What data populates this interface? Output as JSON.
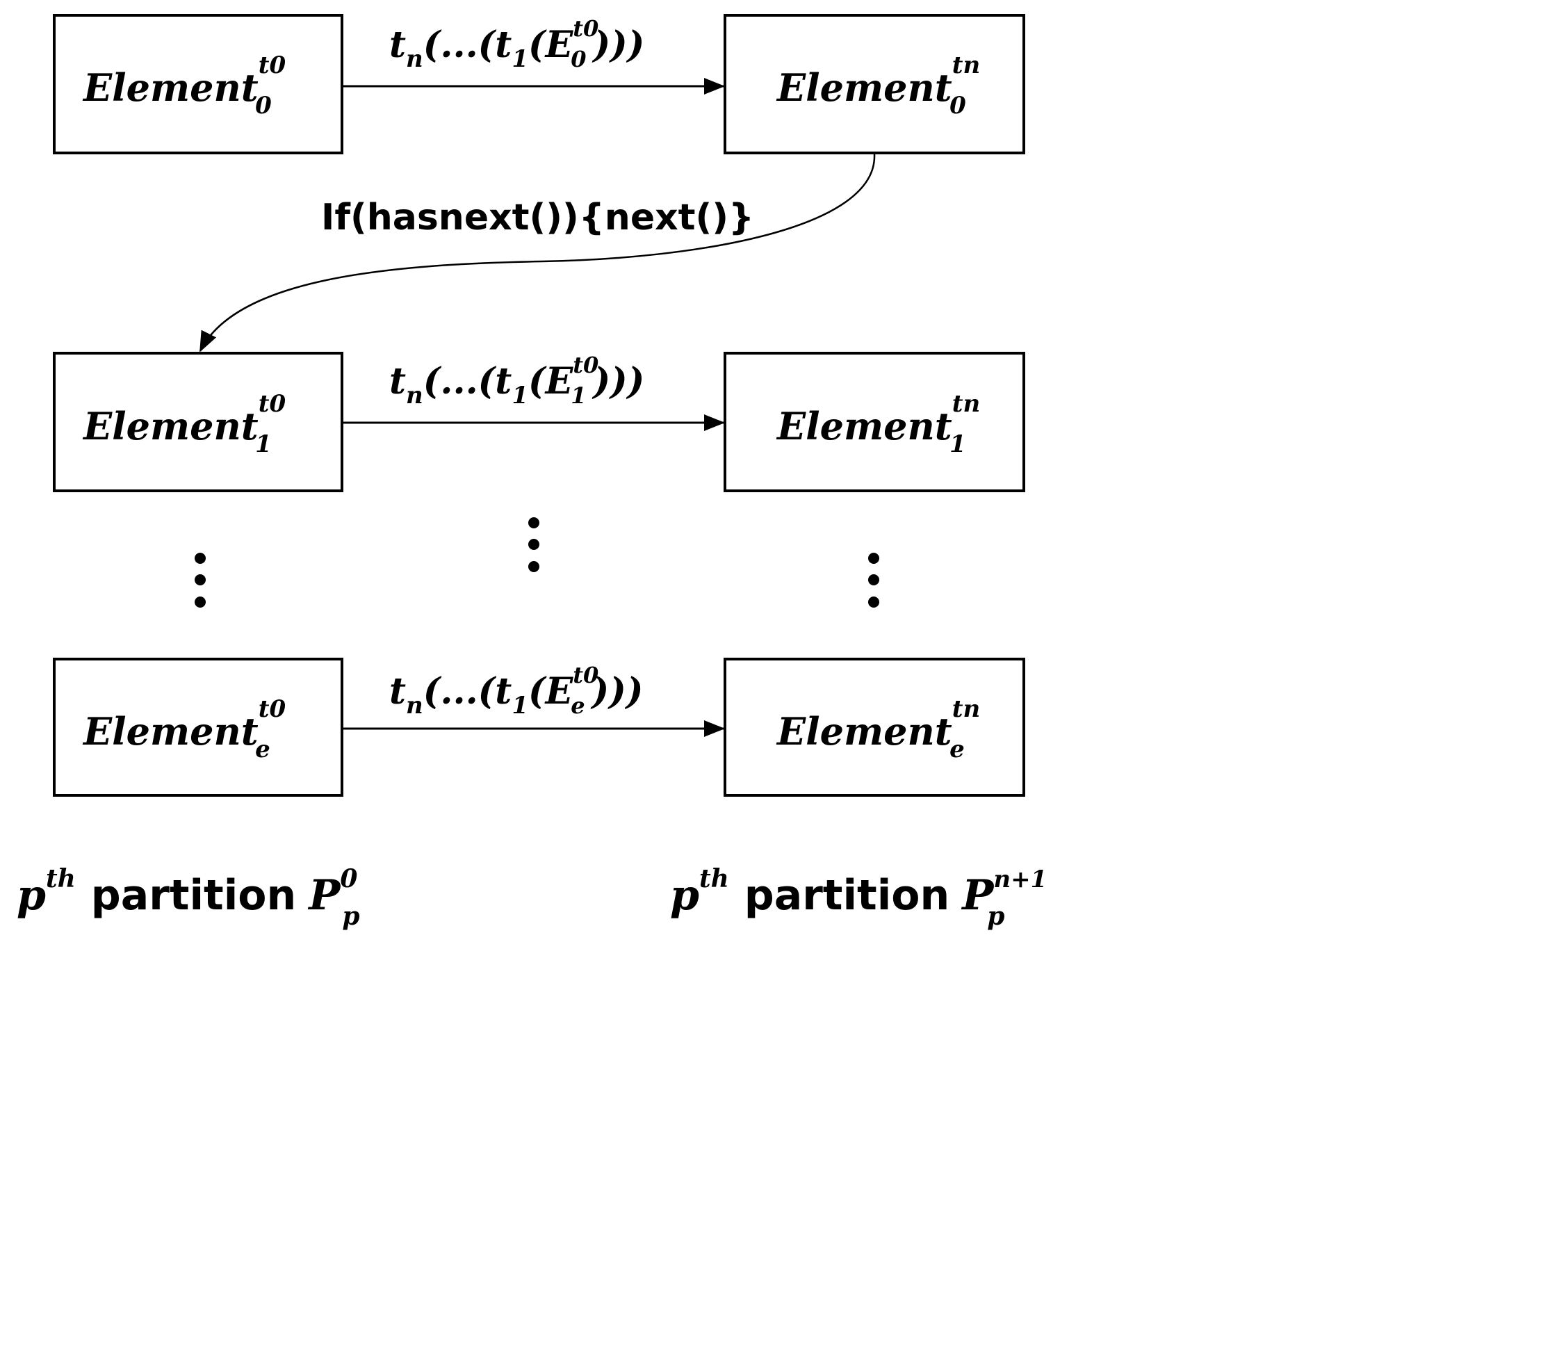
{
  "diagram": {
    "left_boxes": [
      {
        "base": "Element",
        "sup": "t0",
        "sub": "0"
      },
      {
        "base": "Element",
        "sup": "t0",
        "sub": "1"
      },
      {
        "base": "Element",
        "sup": "t0",
        "sub": "e"
      }
    ],
    "right_boxes": [
      {
        "base": "Element",
        "sup": "tn",
        "sub": "0"
      },
      {
        "base": "Element",
        "sup": "tn",
        "sub": "1"
      },
      {
        "base": "Element",
        "sup": "tn",
        "sub": "e"
      }
    ],
    "transforms": [
      {
        "t_outer": "t",
        "t_outer_sub": "n",
        "mid": "(...(",
        "t_inner": "t",
        "t_inner_sub": "1",
        "paren": "(",
        "e_base": "E",
        "e_sub": "0",
        "e_sup": "t0",
        "close": ")))"
      },
      {
        "t_outer": "t",
        "t_outer_sub": "n",
        "mid": "(...(",
        "t_inner": "t",
        "t_inner_sub": "1",
        "paren": "(",
        "e_base": "E",
        "e_sub": "1",
        "e_sup": "t0",
        "close": ")))"
      },
      {
        "t_outer": "t",
        "t_outer_sub": "n",
        "mid": "(...(",
        "t_inner": "t",
        "t_inner_sub": "1",
        "paren": "(",
        "e_base": "E",
        "e_sub": "e",
        "e_sup": "t0",
        "close": ")))"
      }
    ],
    "iterator_label": "If(hasnext()){next()}",
    "partitions": [
      {
        "p": "p",
        "p_sup": "th",
        "word": "partition",
        "P_base": "P",
        "P_sub": "p",
        "P_sup": "0"
      },
      {
        "p": "p",
        "p_sup": "th",
        "word": "partition",
        "P_base": "P",
        "P_sub": "p",
        "P_sup": "n+1"
      }
    ]
  }
}
